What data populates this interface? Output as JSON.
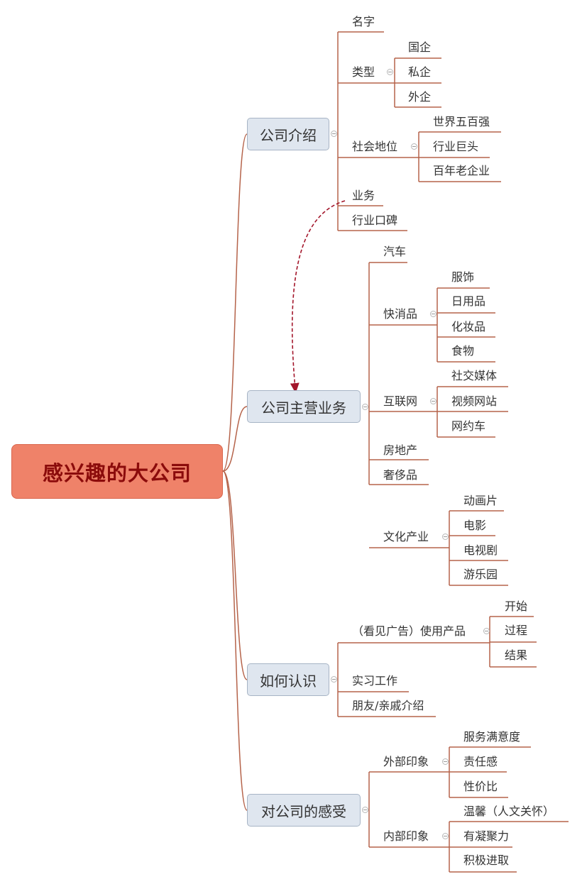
{
  "root": "感兴趣的大公司",
  "main": [
    {
      "label": "公司介绍",
      "children": [
        {
          "label": "名字",
          "children": []
        },
        {
          "label": "类型",
          "children": [
            "国企",
            "私企",
            "外企"
          ]
        },
        {
          "label": "社会地位",
          "children": [
            "世界五百强",
            "行业巨头",
            "百年老企业"
          ]
        },
        {
          "label": "业务",
          "children": []
        },
        {
          "label": "行业口碑",
          "children": []
        }
      ]
    },
    {
      "label": "公司主营业务",
      "children": [
        {
          "label": "汽车",
          "children": []
        },
        {
          "label": "快消品",
          "children": [
            "服饰",
            "日用品",
            "化妆品",
            "食物"
          ]
        },
        {
          "label": "互联网",
          "children": [
            "社交媒体",
            "视频网站",
            "网约车"
          ]
        },
        {
          "label": "房地产",
          "children": []
        },
        {
          "label": "奢侈品",
          "children": []
        },
        {
          "label": "文化产业",
          "children": [
            "动画片",
            "电影",
            "电视剧",
            "游乐园"
          ]
        }
      ]
    },
    {
      "label": "如何认识",
      "children": [
        {
          "label": "（看见广告）使用产品",
          "children": [
            "开始",
            "过程",
            "结果"
          ]
        },
        {
          "label": "实习工作",
          "children": []
        },
        {
          "label": "朋友/亲戚介绍",
          "children": []
        }
      ]
    },
    {
      "label": "对公司的感受",
      "children": [
        {
          "label": "外部印象",
          "children": [
            "服务满意度",
            "责任感",
            "性价比"
          ]
        },
        {
          "label": "内部印象",
          "children": [
            "温馨（人文关怀）",
            "有凝聚力",
            "积极进取"
          ]
        }
      ]
    }
  ],
  "colors": {
    "line": "#b5634a",
    "root_fill": "#ef8269",
    "root_text": "#8b0b0b",
    "node_fill": "#dfe6ef",
    "relation": "#a3162b"
  }
}
